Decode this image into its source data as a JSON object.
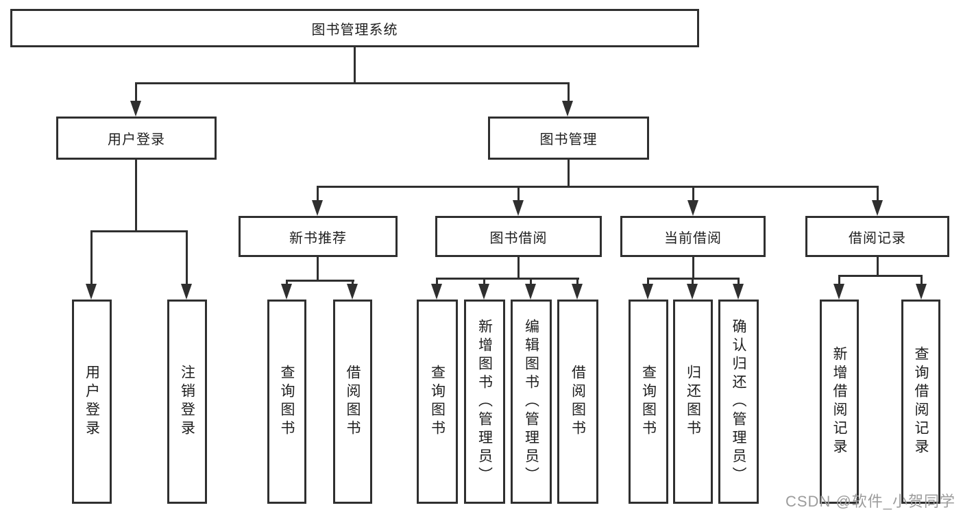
{
  "colors": {
    "background": "#ffffff",
    "box_border": "#2f2f2f",
    "connector_line": "#2f2f2f",
    "text": "#1e1e1e",
    "watermark": "#9c9c9c"
  },
  "watermark": {
    "text": "CSDN @软件_小贺同学"
  },
  "tree": {
    "root": {
      "label": "图书管理系统"
    },
    "branches": [
      {
        "label": "用户登录",
        "children": [
          {
            "label": "用户登录"
          },
          {
            "label": "注销登录"
          }
        ]
      },
      {
        "label": "图书管理",
        "children": [
          {
            "label": "新书推荐",
            "children": [
              {
                "label": "查询图书"
              },
              {
                "label": "借阅图书"
              }
            ]
          },
          {
            "label": "图书借阅",
            "children": [
              {
                "label": "查询图书"
              },
              {
                "label": "新增图书（管理员）"
              },
              {
                "label": "编辑图书（管理员）"
              },
              {
                "label": "借阅图书"
              }
            ]
          },
          {
            "label": "当前借阅",
            "children": [
              {
                "label": "查询图书"
              },
              {
                "label": "归还图书"
              },
              {
                "label": "确认归还（管理员）"
              }
            ]
          },
          {
            "label": "借阅记录",
            "children": [
              {
                "label": "新增借阅记录"
              },
              {
                "label": "查询借阅记录"
              }
            ]
          }
        ]
      }
    ]
  }
}
